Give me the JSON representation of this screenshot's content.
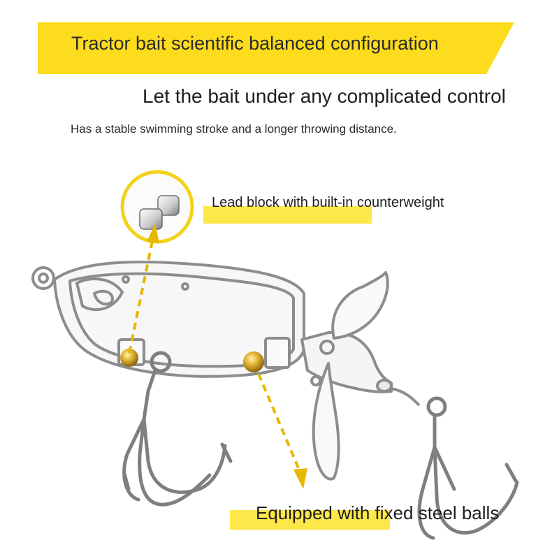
{
  "banner": {
    "title": "Tractor bait scientific balanced configuration",
    "color": "#fddc1e"
  },
  "headline": "Let the bait under any complicated control",
  "subline": "Has a stable swimming stroke and a longer throwing distance.",
  "callouts": {
    "lead_block": "Lead block with built-in counterweight",
    "steel_balls": "Equipped with fixed steel balls"
  },
  "colors": {
    "accent": "#fddc1e",
    "highlight": "#fde84a",
    "lure_outline": "#8d8d8d",
    "arrow": "#e6b800"
  }
}
